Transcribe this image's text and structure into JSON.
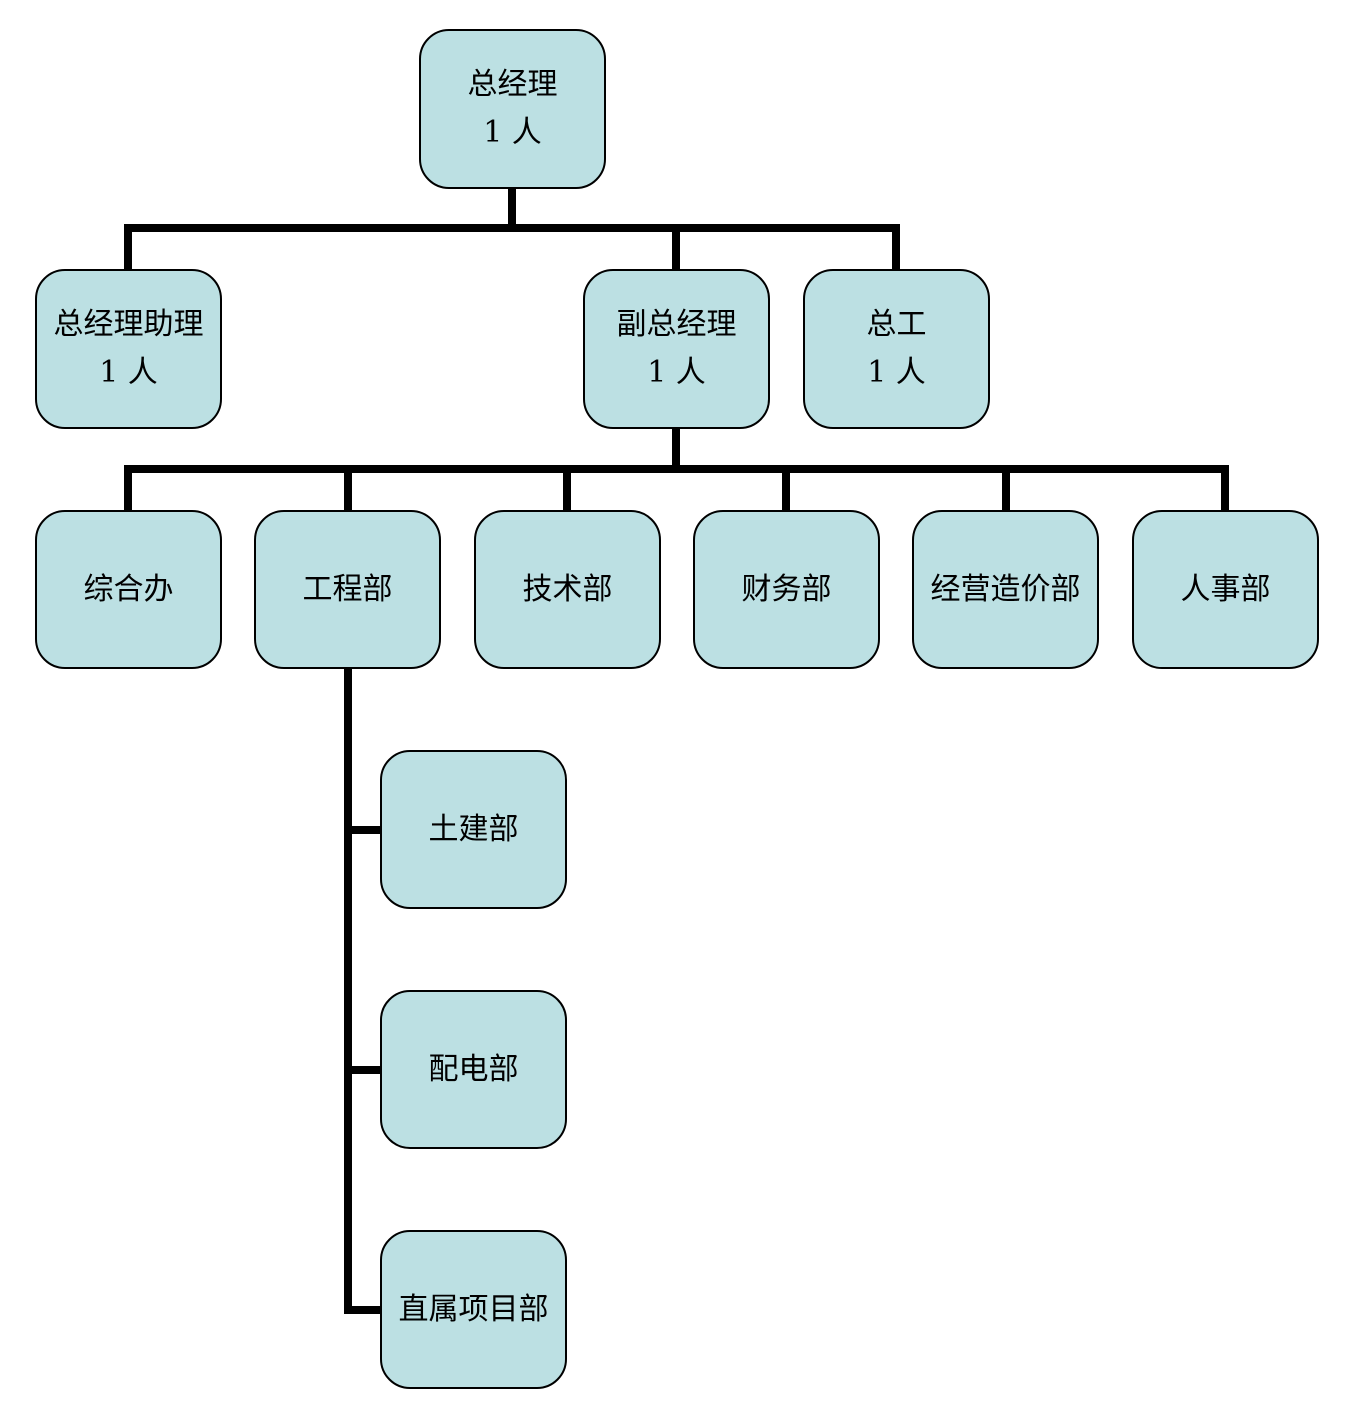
{
  "colors": {
    "node_fill": "#bce0e3",
    "node_border": "#000000",
    "connector": "#000000",
    "background": "#ffffff"
  },
  "org": {
    "general_manager": {
      "title": "总经理",
      "headcount": "1 人"
    },
    "gm_assistant": {
      "title": "总经理助理",
      "headcount": "1 人"
    },
    "deputy_gm": {
      "title": "副总经理",
      "headcount": "1 人"
    },
    "chief_engineer": {
      "title": "总工",
      "headcount": "1 人"
    },
    "departments": {
      "general_office": "综合办",
      "engineering": "工程部",
      "technical": "技术部",
      "finance": "财务部",
      "cost_management": "经营造价部",
      "human_resources": "人事部"
    },
    "engineering_subunits": {
      "civil": "土建部",
      "power_distribution": "配电部",
      "direct_projects": "直属项目部"
    }
  }
}
